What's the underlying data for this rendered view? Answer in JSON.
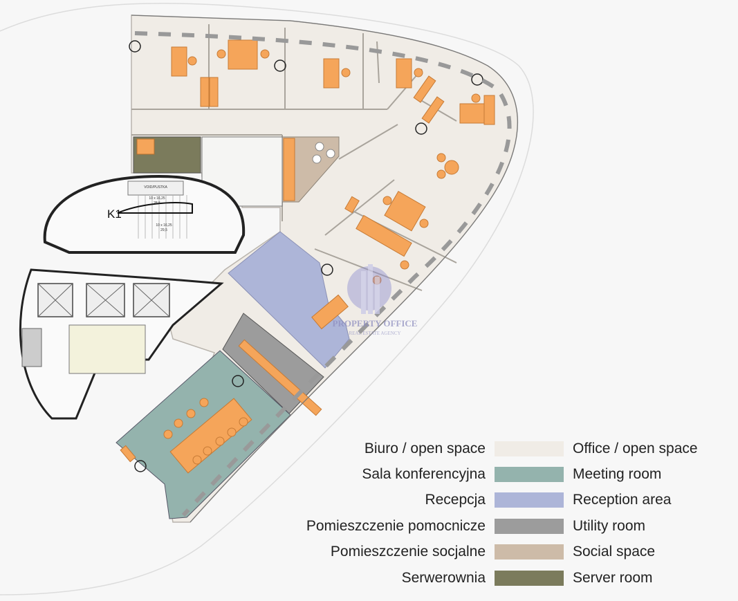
{
  "plan": {
    "core_label": "K1",
    "void_label": "VOID/PUSTKA",
    "stair_top": "10 x 16,25",
    "stair_top_sub": "28,5",
    "stair_bottom": "10 x 16,25",
    "stair_bottom_sub": "29,5"
  },
  "watermark": {
    "title": "PROPERTY OFFICE",
    "subtitle": "REAL ESTATE AGENCY"
  },
  "legend": [
    {
      "pl": "Biuro / open space",
      "en": "Office / open space",
      "color": "#f0ece6"
    },
    {
      "pl": "Sala konferencyjna",
      "en": "Meeting room",
      "color": "#94b3ad"
    },
    {
      "pl": "Recepcja",
      "en": "Reception area",
      "color": "#adb5d8"
    },
    {
      "pl": "Pomieszczenie pomocnicze",
      "en": "Utility room",
      "color": "#9c9c9c"
    },
    {
      "pl": "Pomieszczenie socjalne",
      "en": "Social space",
      "color": "#cdbba8"
    },
    {
      "pl": "Serwerownia",
      "en": "Server room",
      "color": "#7b7b5c"
    }
  ]
}
